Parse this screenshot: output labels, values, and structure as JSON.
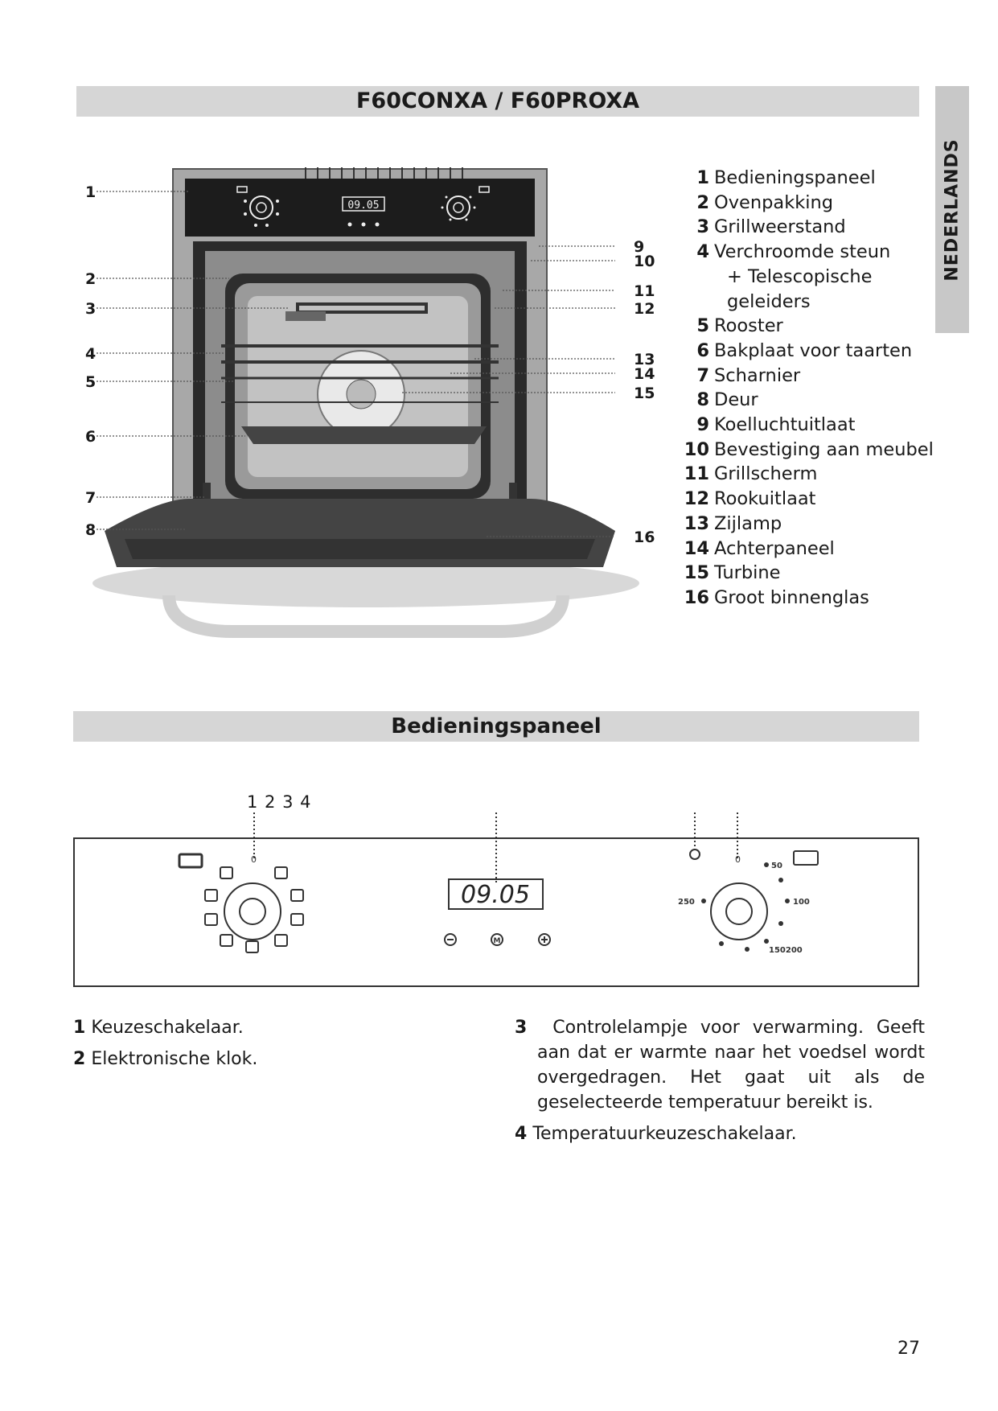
{
  "title": "F60CONXA / F60PROXA",
  "side_tab": "NEDERLANDS",
  "legend": [
    {
      "num": "1",
      "label": "Bedieningspaneel"
    },
    {
      "num": "2",
      "label": "Ovenpakking"
    },
    {
      "num": "3",
      "label": "Grillweerstand"
    },
    {
      "num": "4",
      "label": "Verchroomde steun"
    },
    {
      "num": "",
      "label": "+ Telescopische"
    },
    {
      "num": "",
      "label": "geleiders"
    },
    {
      "num": "5",
      "label": "Rooster"
    },
    {
      "num": "6",
      "label": "Bakplaat voor taarten"
    },
    {
      "num": "7",
      "label": "Scharnier"
    },
    {
      "num": "8",
      "label": "Deur"
    },
    {
      "num": "9",
      "label": "Koelluchtuitlaat"
    },
    {
      "num": "10",
      "label": "Bevestiging aan meubel"
    },
    {
      "num": "11",
      "label": "Grillscherm"
    },
    {
      "num": "12",
      "label": "Rookuitlaat"
    },
    {
      "num": "13",
      "label": "Zijlamp"
    },
    {
      "num": "14",
      "label": "Achterpaneel"
    },
    {
      "num": "15",
      "label": "Turbine"
    },
    {
      "num": "16",
      "label": "Groot binnenglas"
    }
  ],
  "oven_callouts_left": [
    "1",
    "2",
    "3",
    "4",
    "5",
    "6",
    "7",
    "8"
  ],
  "oven_callouts_right": [
    "9",
    "10",
    "11",
    "12",
    "13",
    "14",
    "15",
    "16"
  ],
  "oven_display": "09.05",
  "section_title": "Bedieningspaneel",
  "panel_numbers": "1 2 3 4",
  "panel_display": "09.05",
  "panel_scale": {
    "t50": "50",
    "t100": "100",
    "t150200": "150200",
    "t250": "250",
    "zero": "0"
  },
  "descriptions": {
    "d1_num": "1",
    "d1_text": "Keuzeschakelaar.",
    "d2_num": "2",
    "d2_text": "Elektronische klok.",
    "d3_num": "3",
    "d3_text": "Controlelampje voor verwarming. Geeft aan dat er warmte naar het voedsel wordt overgedragen. Het gaat uit als de geselecteerde temperatuur bereikt is.",
    "d4_num": "4",
    "d4_text": "Temperatuurkeuzeschakelaar."
  },
  "page_number": "27"
}
